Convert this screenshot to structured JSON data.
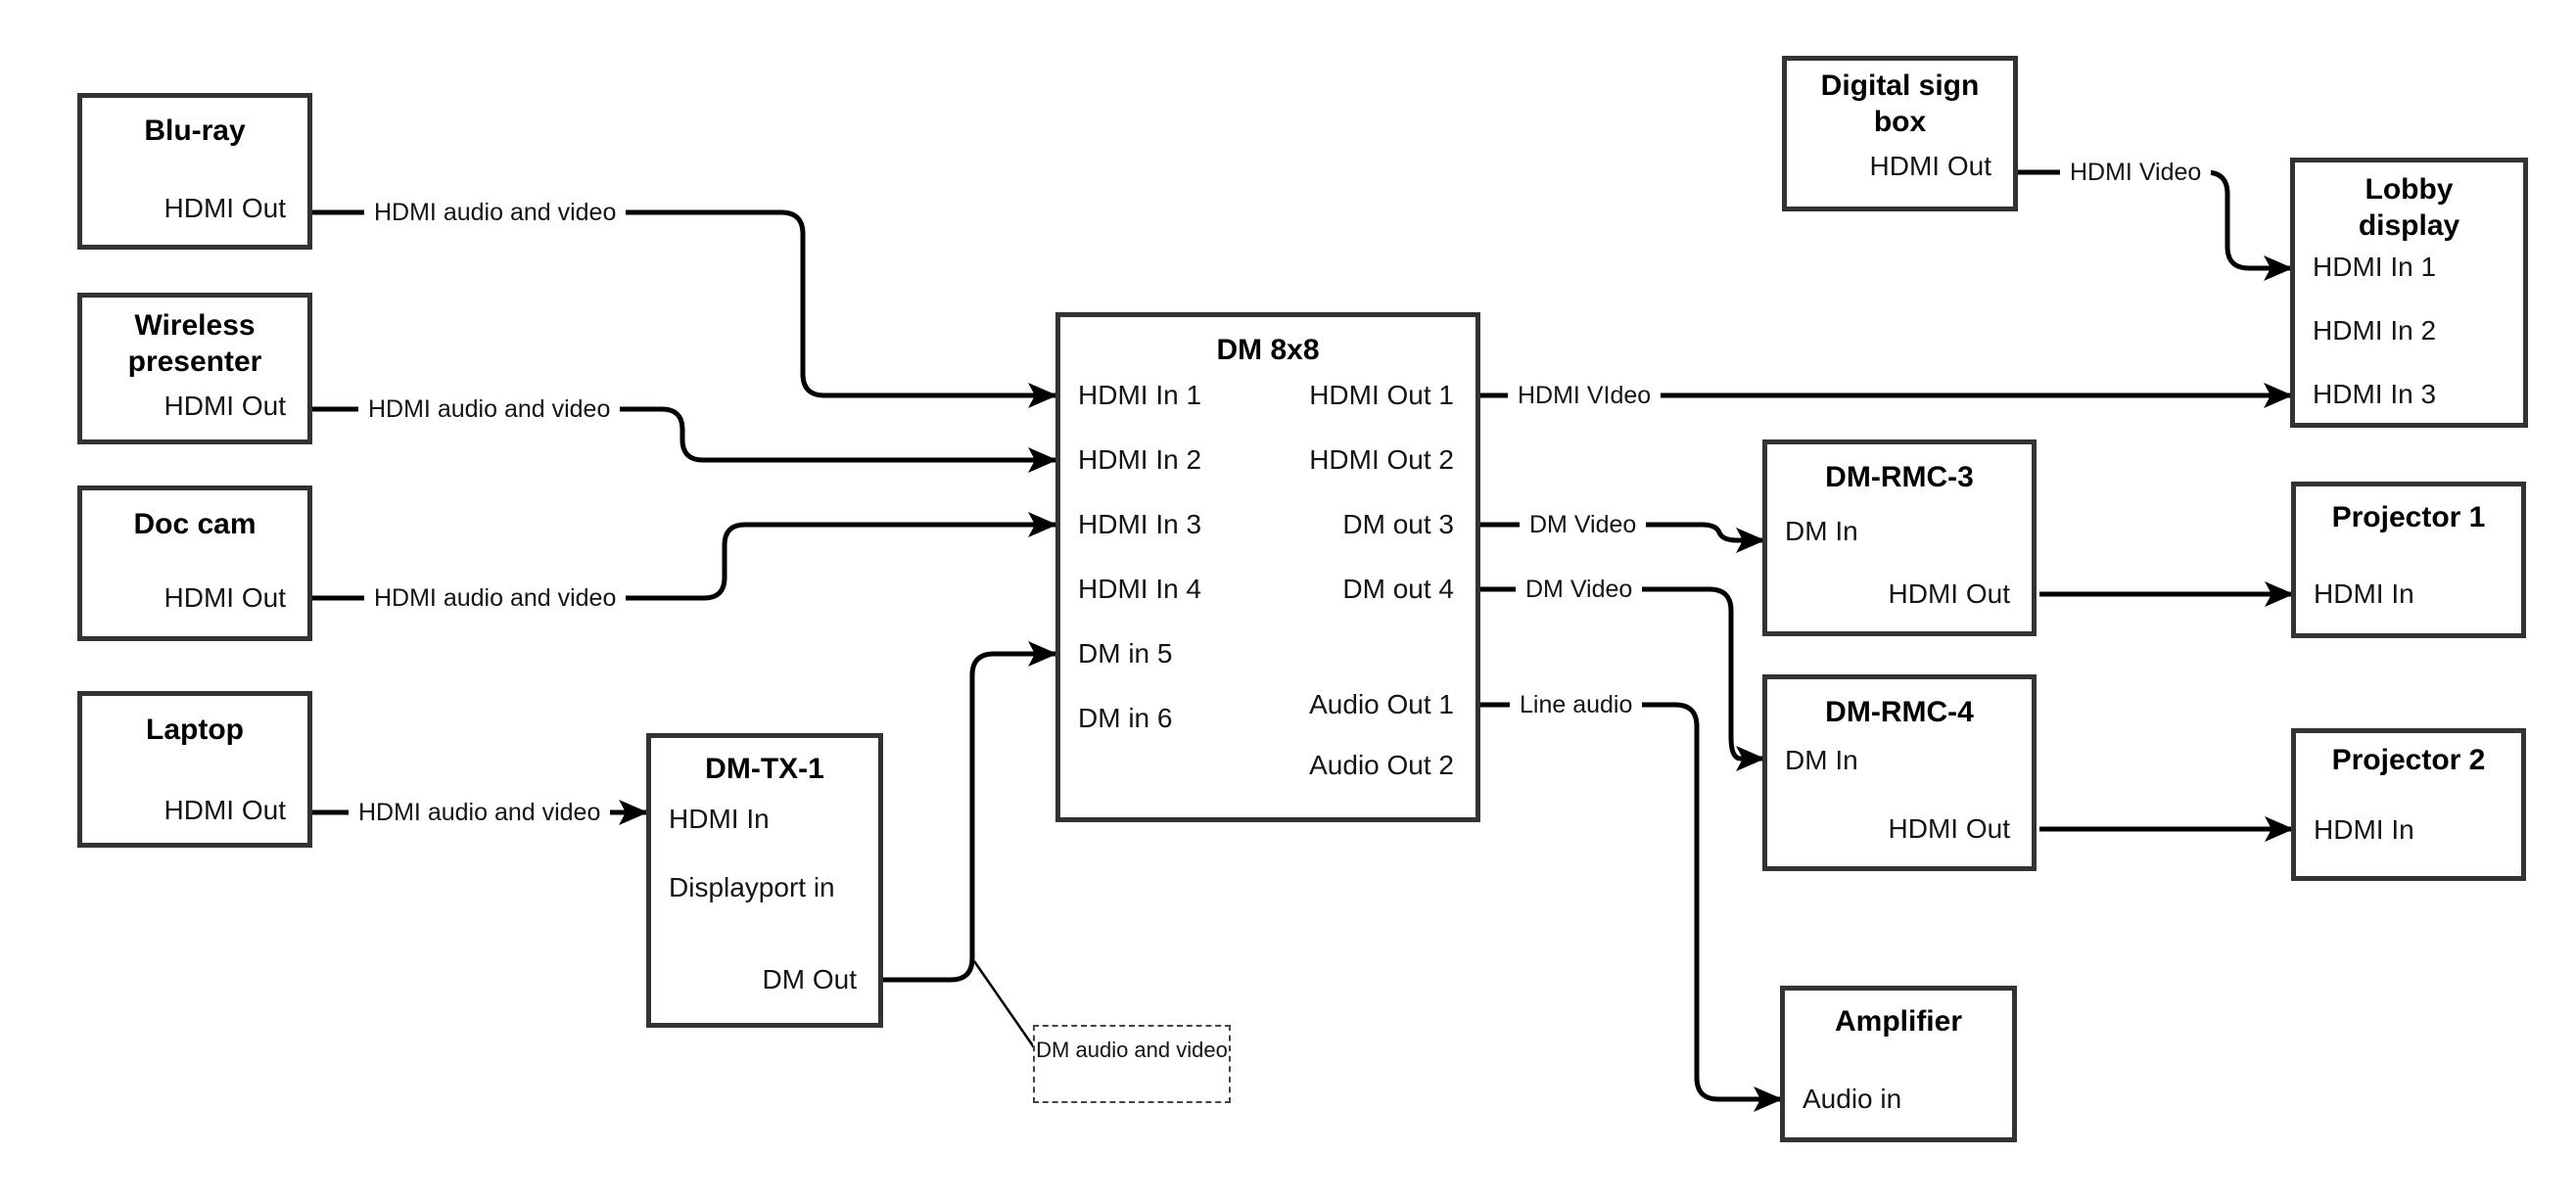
{
  "diagram": {
    "nodes": {
      "bluray": {
        "title": "Blu-ray",
        "port_out": "HDMI Out"
      },
      "wireless_presenter": {
        "title": "Wireless presenter",
        "port_out": "HDMI Out"
      },
      "doc_cam": {
        "title": "Doc cam",
        "port_out": "HDMI Out"
      },
      "laptop": {
        "title": "Laptop",
        "port_out": "HDMI Out"
      },
      "dm_tx_1": {
        "title": "DM-TX-1",
        "port_hdmi_in": "HDMI In",
        "port_displayport_in": "Displayport in",
        "port_dm_out": "DM Out"
      },
      "dm_8x8": {
        "title": "DM 8x8",
        "inputs": [
          "HDMI In 1",
          "HDMI In 2",
          "HDMI In 3",
          "HDMI In 4",
          "DM in 5",
          "DM in 6"
        ],
        "outputs": [
          "HDMI Out 1",
          "HDMI Out 2",
          "DM out 3",
          "DM out 4",
          "Audio Out 1",
          "Audio Out 2"
        ]
      },
      "digital_sign_box": {
        "title": "Digital sign box",
        "port_out": "HDMI Out"
      },
      "lobby_display": {
        "title": "Lobby display",
        "inputs": [
          "HDMI In 1",
          "HDMI In 2",
          "HDMI In 3"
        ]
      },
      "dm_rmc_3": {
        "title": "DM-RMC-3",
        "port_in": "DM In",
        "port_out": "HDMI Out"
      },
      "projector_1": {
        "title": "Projector 1",
        "port_in": "HDMI In"
      },
      "dm_rmc_4": {
        "title": "DM-RMC-4",
        "port_in": "DM In",
        "port_out": "HDMI Out"
      },
      "projector_2": {
        "title": "Projector 2",
        "port_in": "HDMI In"
      },
      "amplifier": {
        "title": "Amplifier",
        "port_in": "Audio in"
      }
    },
    "edge_labels": {
      "bluray_to_dm": "HDMI audio and video",
      "wireless_to_dm": "HDMI audio and video",
      "doccam_to_dm": "HDMI audio and video",
      "laptop_to_tx": "HDMI audio and video",
      "tx_note": "DM audio and video",
      "out1_to_lobby": "HDMI VIdeo",
      "sign_to_lobby": "HDMI Video",
      "out3_to_rmc3": "DM Video",
      "out4_to_rmc4": "DM Video",
      "audio1_to_amp": "Line audio"
    },
    "colors": {
      "line": "#000000",
      "box_border": "#333333",
      "text": "#141414",
      "background": "#ffffff"
    }
  }
}
